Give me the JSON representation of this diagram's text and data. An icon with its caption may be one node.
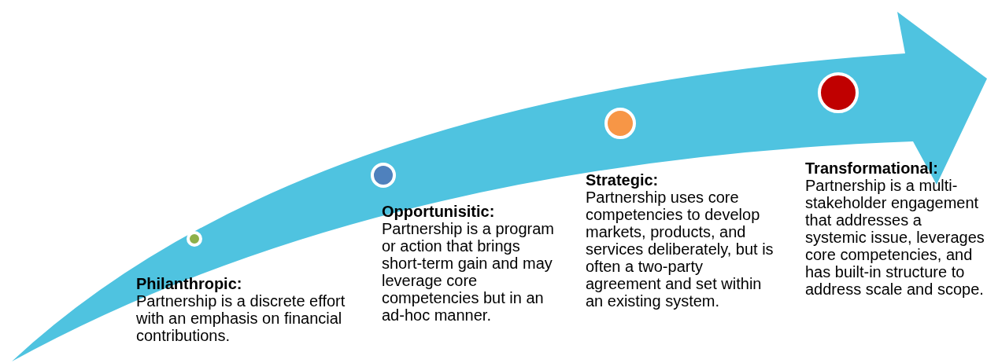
{
  "diagram": {
    "labels": [
      "Philanthropic:",
      "Partnership is a discrete effort with an emphasis on financial contributions.",
      "Opportunisitic:",
      "Partnership is a program or action that brings short-term gain and may leverage core competencies but in an ad-hoc manner.",
      "Strategic:",
      "Partnership uses core competencies to develop markets, products, and services deliberately, but is often a two-party agreement and set within an existing system.",
      "Transformational:",
      "Partnership is a multi-stakeholder engagement that addresses a systemic issue, leverages core competencies, and has built-in structure to address scale and scope."
    ]
  }
}
